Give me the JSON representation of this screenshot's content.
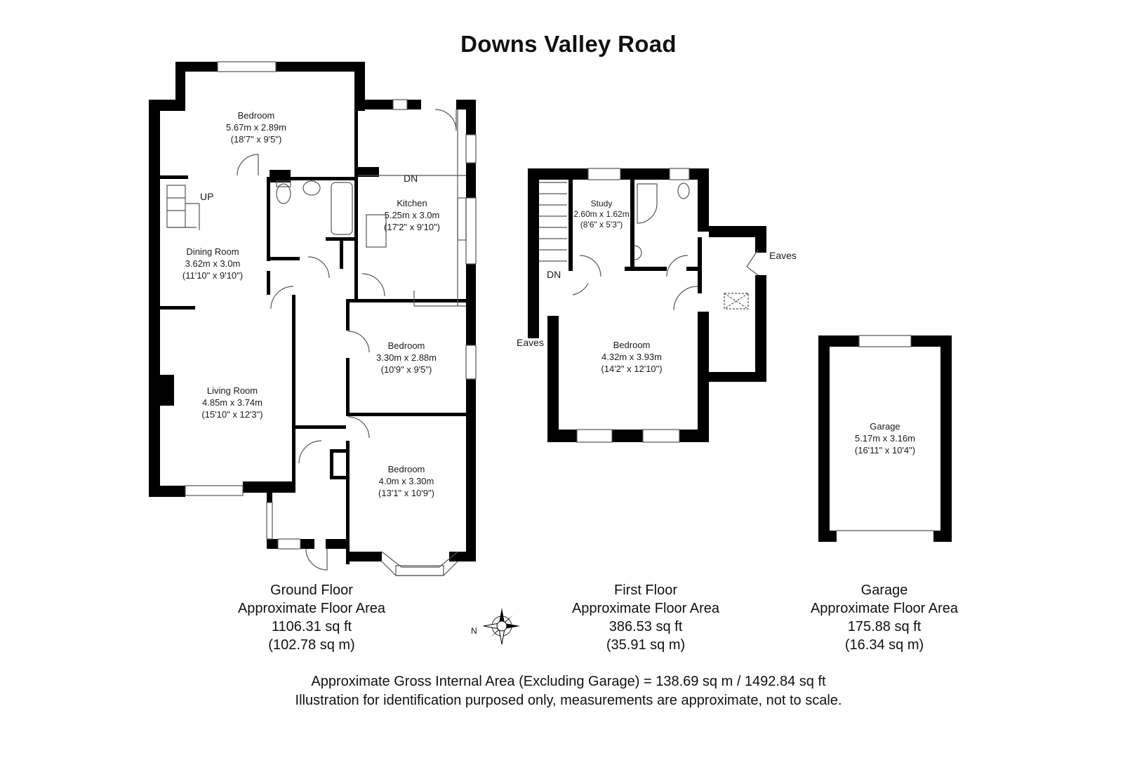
{
  "title": "Downs Valley Road",
  "ground_floor": {
    "rooms": [
      {
        "name": "Bedroom",
        "metric": "5.67m x 2.89m",
        "imperial": "(18'7\" x 9'5\")"
      },
      {
        "name": "Kitchen",
        "metric": "5.25m x 3.0m",
        "imperial": "(17'2\" x 9'10\")"
      },
      {
        "name": "Dining Room",
        "metric": "3.62m x 3.0m",
        "imperial": "(11'10\" x 9'10\")"
      },
      {
        "name": "Living Room",
        "metric": "4.85m x 3.74m",
        "imperial": "(15'10\" x 12'3\")"
      },
      {
        "name": "Bedroom",
        "metric": "3.30m x 2.88m",
        "imperial": "(10'9\" x 9'5\")"
      },
      {
        "name": "Bedroom",
        "metric": "4.0m x 3.30m",
        "imperial": "(13'1\" x 10'9\")"
      }
    ],
    "stair_up": "UP",
    "stair_dn": "DN",
    "summary": {
      "name": "Ground Floor",
      "label": "Approximate Floor Area",
      "sqft": "1106.31 sq ft",
      "sqm": "(102.78 sq m)"
    }
  },
  "first_floor": {
    "rooms": [
      {
        "name": "Study",
        "metric": "2.60m x 1.62m",
        "imperial": "(8'6\" x 5'3\")"
      },
      {
        "name": "Bedroom",
        "metric": "4.32m x 3.93m",
        "imperial": "(14'2\" x 12'10\")"
      }
    ],
    "stair_dn": "DN",
    "eaves_left": "Eaves",
    "eaves_right": "Eaves",
    "summary": {
      "name": "First Floor",
      "label": "Approximate Floor Area",
      "sqft": "386.53 sq ft",
      "sqm": "(35.91 sq m)"
    }
  },
  "garage": {
    "rooms": [
      {
        "name": "Garage",
        "metric": "5.17m x 3.16m",
        "imperial": "(16'11\" x 10'4\")"
      }
    ],
    "summary": {
      "name": "Garage",
      "label": "Approximate Floor Area",
      "sqft": "175.88 sq ft",
      "sqm": "(16.34 sq m)"
    }
  },
  "compass": {
    "label": "N",
    "icon": "compass-rose-icon"
  },
  "footer": {
    "gross_area": "Approximate Gross Internal Area (Excluding Garage) = 138.69 sq m / 1492.84 sq ft",
    "disclaimer": "Illustration for identification purposed only, measurements are approximate, not to scale."
  },
  "colors": {
    "wall": "#000000",
    "background": "#ffffff",
    "thin_line": "#555555"
  }
}
